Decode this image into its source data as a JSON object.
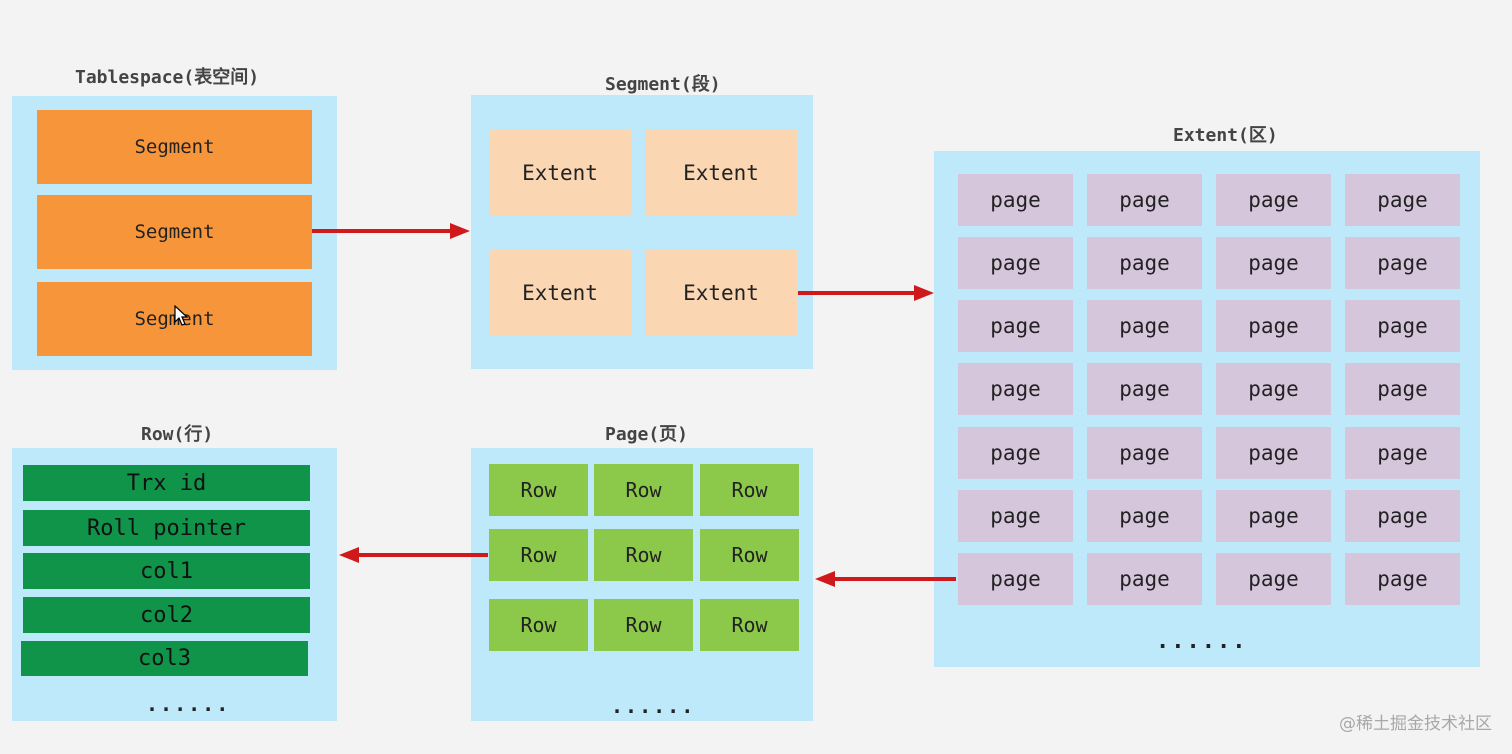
{
  "titles": {
    "tablespace": "Tablespace(表空间)",
    "segment": "Segment(段)",
    "extent": "Extent(区)",
    "page": "Page(页)",
    "row": "Row(行)"
  },
  "tablespace": {
    "items": [
      "Segment",
      "Segment",
      "Segment"
    ]
  },
  "segment": {
    "items": [
      "Extent",
      "Extent",
      "Extent",
      "Extent"
    ]
  },
  "extent": {
    "cell_label": "page",
    "rows": 7,
    "cols": 4,
    "ellipsis": "......"
  },
  "page": {
    "cell_label": "Row",
    "rows": 3,
    "cols": 3,
    "ellipsis": "......"
  },
  "row": {
    "fields": [
      "Trx id",
      "Roll pointer",
      "col1",
      "col2",
      "col3"
    ],
    "ellipsis": "......"
  },
  "watermark": "@稀土掘金技术社区",
  "colors": {
    "panel": "#bde9fb",
    "segment_box": "#f7953b",
    "extent_box": "#fbd6b3",
    "page_box": "#d6c6dc",
    "row_box": "#8cc84a",
    "field_box": "#10944a",
    "arrow": "#d0191b"
  }
}
